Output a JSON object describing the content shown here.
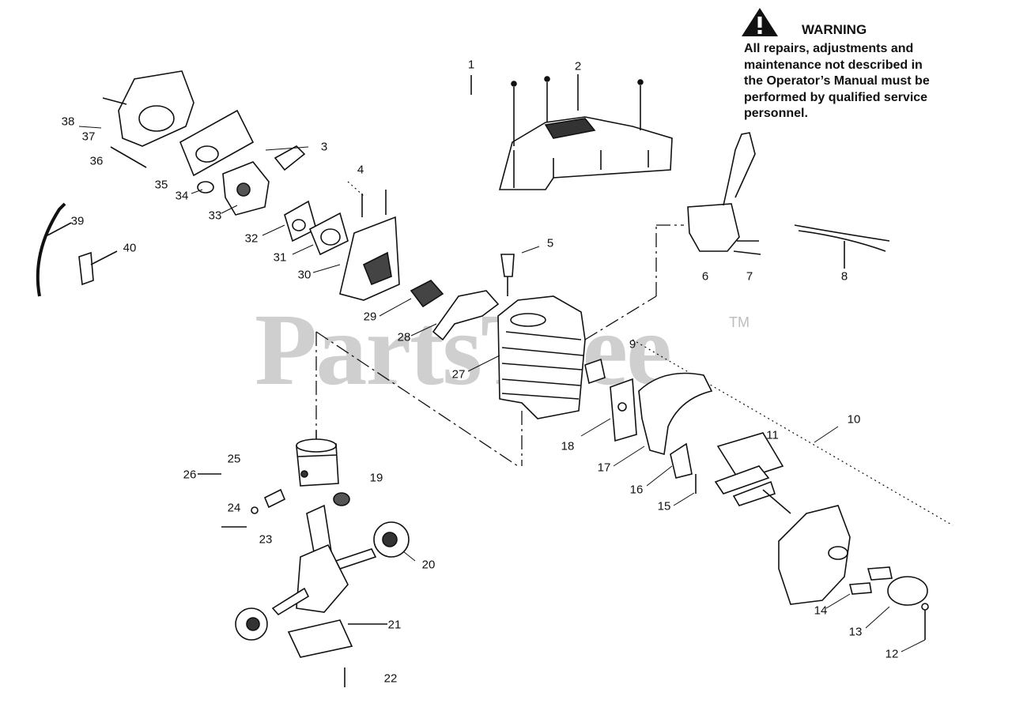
{
  "watermark": "PartsTree",
  "trademark": "TM",
  "warning": {
    "title": "WARNING",
    "lines": [
      "All repairs, adjustments and",
      "maintenance not described in",
      "the Operator’s Manual must be",
      "performed by qualified  service",
      "personnel."
    ]
  },
  "callouts": [
    "1",
    "2",
    "3",
    "4",
    "5",
    "6",
    "7",
    "8",
    "9",
    "10",
    "11",
    "12",
    "13",
    "14",
    "15",
    "16",
    "17",
    "18",
    "19",
    "20",
    "21",
    "22",
    "23",
    "24",
    "25",
    "26",
    "27",
    "28",
    "29",
    "30",
    "31",
    "32",
    "33",
    "34",
    "35",
    "36",
    "37",
    "38",
    "39",
    "40"
  ],
  "colors": {
    "line": "#111111",
    "watermark": "#cfcfcf",
    "part_fill": "#ffffff",
    "part_shade": "#444444"
  }
}
